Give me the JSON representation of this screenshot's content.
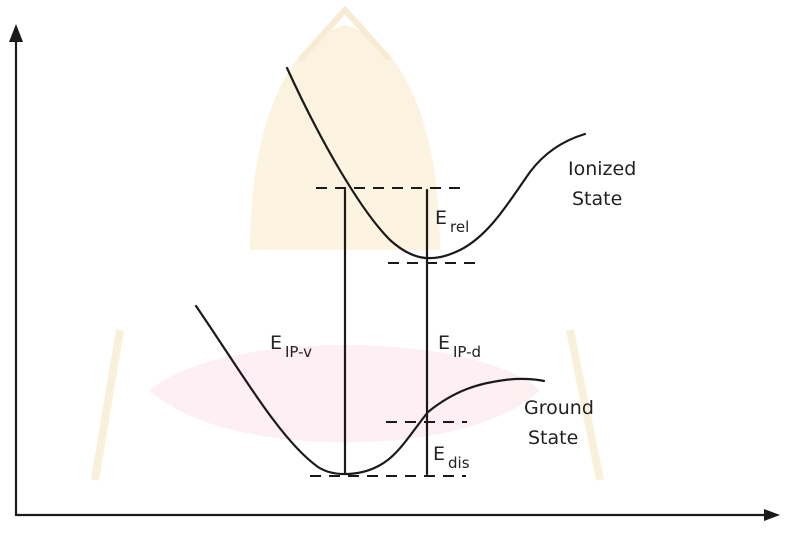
{
  "labels": {
    "ionized_state_line1": "Ionized",
    "ionized_state_line2": "State",
    "ground_state_line1": "Ground",
    "ground_state_line2": "State",
    "e_rel_main": "E",
    "e_rel_sub": "rel",
    "e_ipv_main": "E",
    "e_ipv_sub": "IP-v",
    "e_ipd_main": "E",
    "e_ipd_sub": "IP-d",
    "e_dis_main": "E",
    "e_dis_sub": "dis"
  },
  "colors": {
    "ink": "#1a1a1a",
    "background": "#ffffff",
    "watermark": "#f3d9a0"
  },
  "watermark": "institution seal (faint)"
}
